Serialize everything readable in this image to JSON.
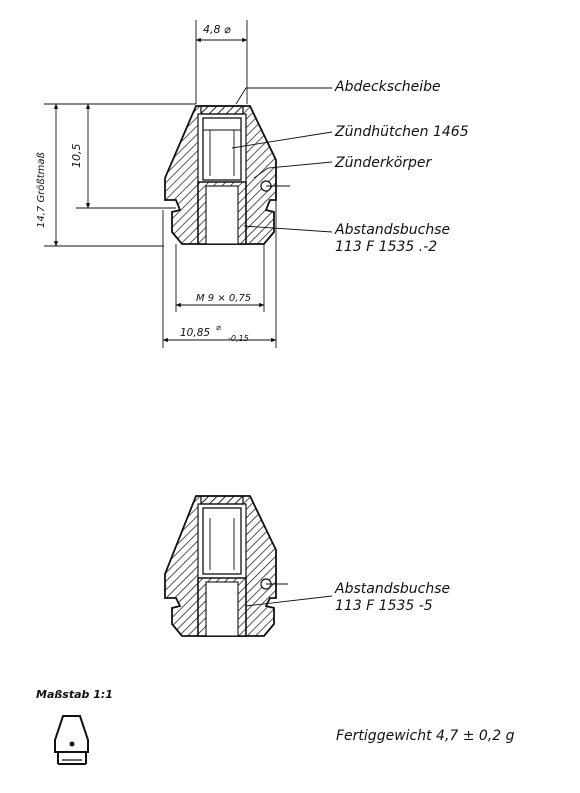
{
  "dimensions": {
    "top_diameter": "4,8 ⌀",
    "overall_height": "14,7 Größtmaß",
    "inner_height": "10,5",
    "thread": "M 9 × 0,75",
    "outer_diameter": "10,85",
    "outer_diameter_tol_sup": "⌀",
    "outer_diameter_tol_sub": "-0,15"
  },
  "labels": {
    "cover_disc": "Abdeckscheibe",
    "primer": "Zündhütchen 1465",
    "fuze_body": "Zünderkörper",
    "spacer_1_name": "Abstandsbuchse",
    "spacer_1_part": "113 F 1535 .-2",
    "spacer_2_name": "Abstandsbuchse",
    "spacer_2_part": "113 F 1535 -5"
  },
  "scale": "Maßstab 1:1",
  "weight": "Fertiggewicht  4,7 ± 0,2 g"
}
